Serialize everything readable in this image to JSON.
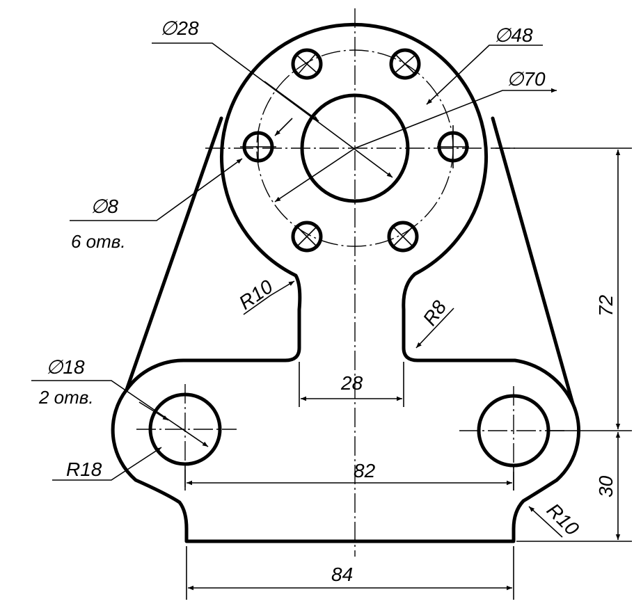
{
  "dimensions": {
    "d28": "∅28",
    "d48": "∅48",
    "d70": "∅70",
    "d8": "∅8",
    "d8_note": "6 отв.",
    "d18": "∅18",
    "d18_note": "2 отв.",
    "r10_top": "R10",
    "r8": "R8",
    "r18": "R18",
    "r10_bottom": "R10",
    "w28": "28",
    "w82": "82",
    "w84": "84",
    "h72": "72",
    "h30": "30"
  },
  "colors": {
    "line": "#000000",
    "background": "#ffffff"
  }
}
